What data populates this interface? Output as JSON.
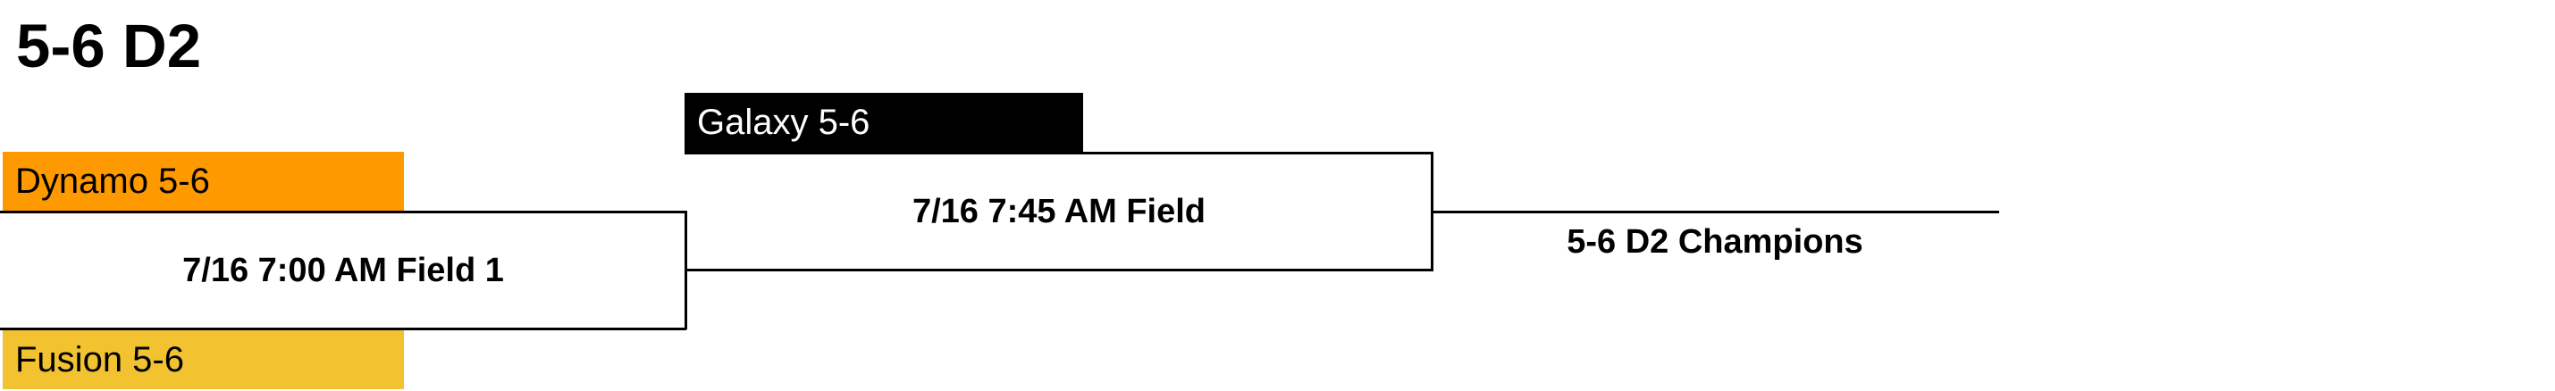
{
  "bracket": {
    "title": "5-6 D2",
    "colors": {
      "dynamo": "#ff9900",
      "fusion": "#f2c231",
      "galaxy": "#000000",
      "lines": "#000000"
    },
    "round1": {
      "team_top": "Dynamo 5-6",
      "team_bottom": "Fusion 5-6",
      "game_label": "7/16 7:00 AM Field 1"
    },
    "round2": {
      "team_top": "Galaxy 5-6",
      "game_label": "7/16 7:45 AM Field"
    },
    "final": {
      "label": "5-6 D2 Champions"
    }
  }
}
